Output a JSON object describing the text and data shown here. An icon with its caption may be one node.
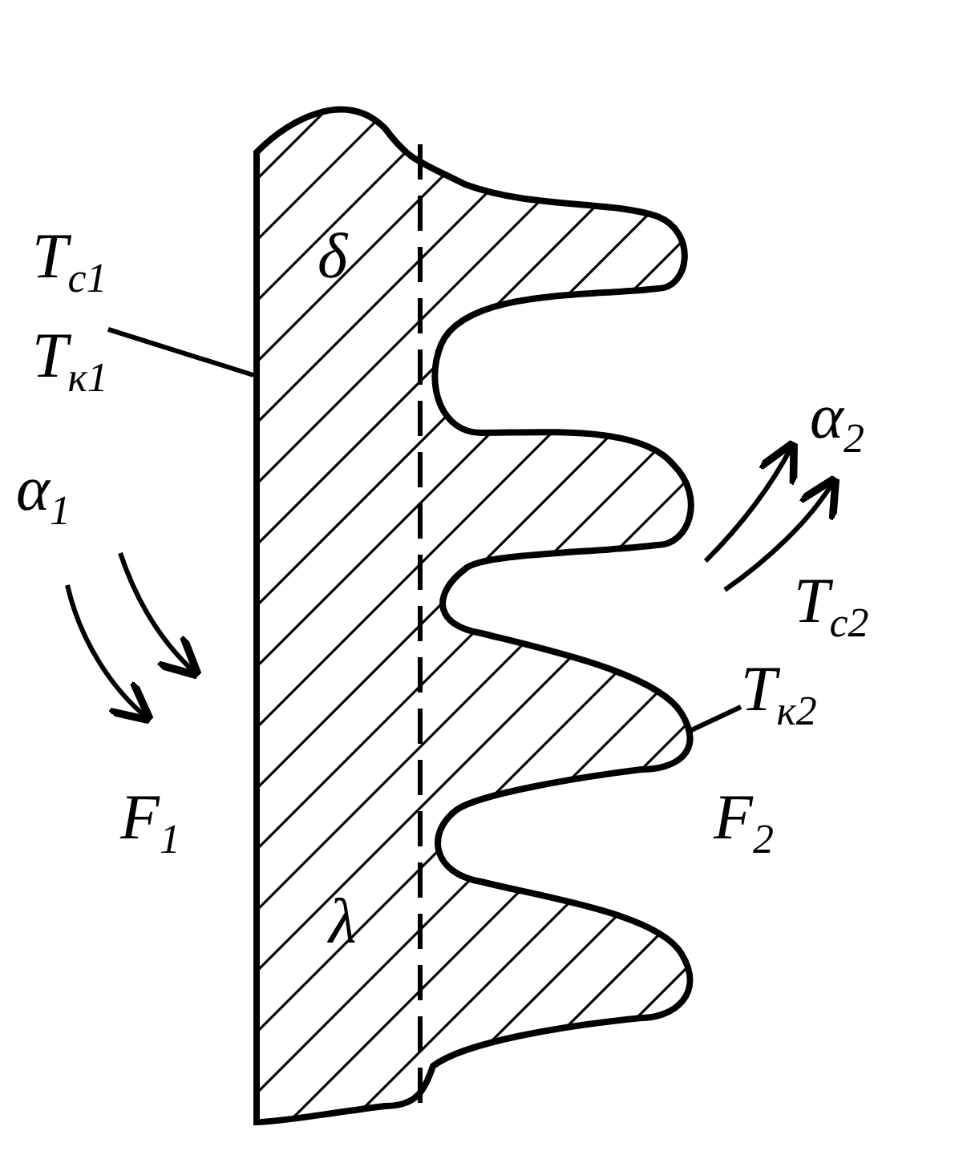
{
  "diagram": {
    "nodes": [
      {
        "text": [
          "T$_{с1}$",
          "T$_{к1}$"
        ]
      },
      {
        "text": [
          "T$_{к2}$"
        ]
      }
    ],
    "edges": [
      {
        "from": 0,
        "to": null,
        "arrow": "none"
      },
      {
        "from": 1,
        "to": null,
        "arrow": "none"
      }
    ],
    "labels": [
      "δ",
      "α$_{1}$",
      "F$_{1}$",
      "α$_{2}$",
      "T$_{с2}$",
      "F$_{2}$",
      "λ"
    ]
  }
}
